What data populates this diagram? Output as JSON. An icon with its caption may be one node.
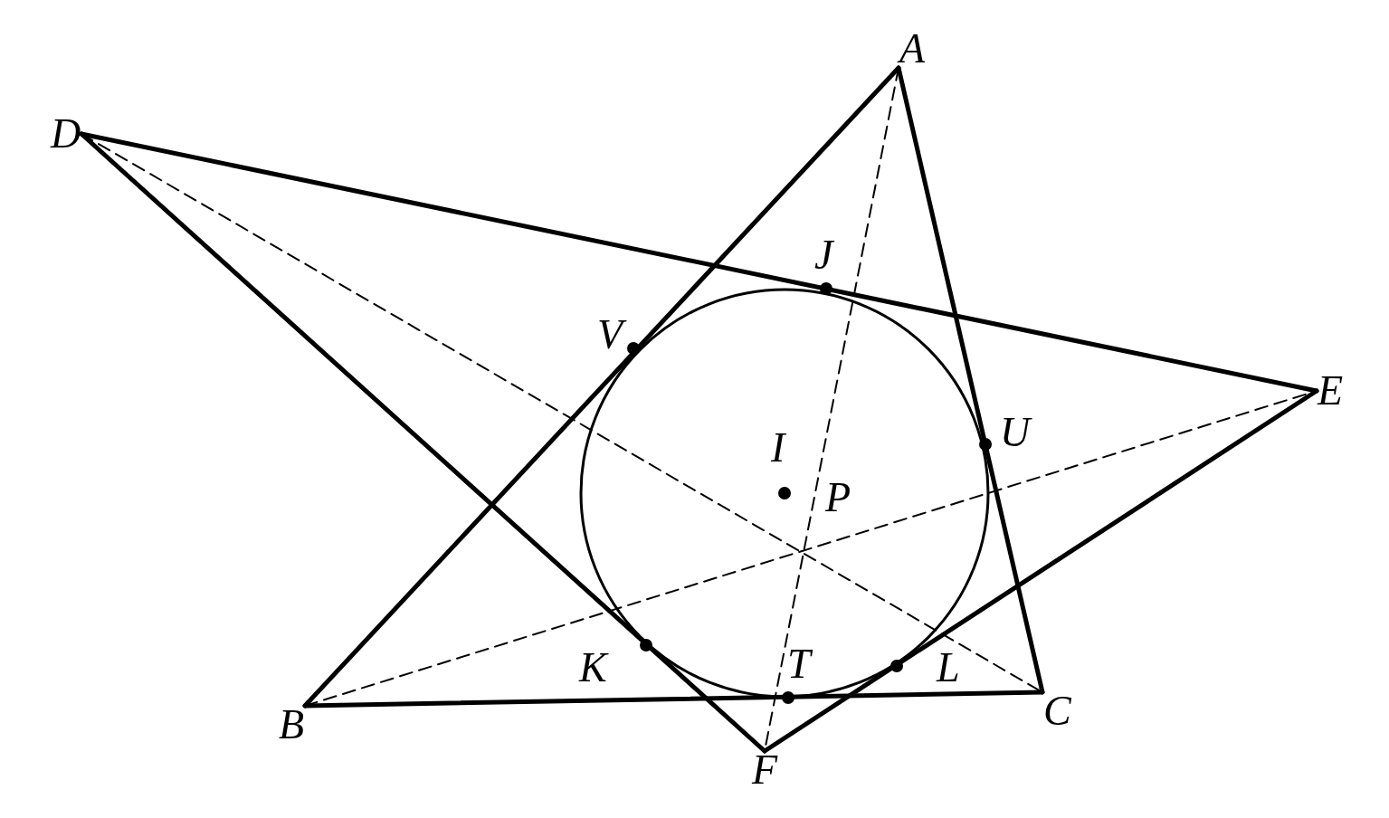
{
  "diagram": {
    "nodes": [
      {
        "text": [
          "A"
        ]
      },
      {
        "text": [
          "D"
        ]
      },
      {
        "text": [
          "E"
        ]
      },
      {
        "text": [
          "B"
        ]
      },
      {
        "text": [
          "C"
        ]
      },
      {
        "text": [
          "F"
        ]
      }
    ],
    "edges": [
      {
        "from": 0,
        "to": 3,
        "arrow": "none"
      },
      {
        "from": 3,
        "to": 4,
        "arrow": "none"
      },
      {
        "from": 4,
        "to": 0,
        "arrow": "none"
      },
      {
        "from": 1,
        "to": 2,
        "arrow": "none"
      },
      {
        "from": 2,
        "to": 5,
        "arrow": "none"
      },
      {
        "from": 5,
        "to": 1,
        "arrow": "none"
      },
      {
        "from": 0,
        "to": 5,
        "arrow": "none",
        "style": "dashed"
      },
      {
        "from": 1,
        "to": 4,
        "arrow": "none",
        "style": "dashed"
      },
      {
        "from": 3,
        "to": 2,
        "arrow": "none",
        "style": "dashed"
      }
    ],
    "labels": [
      "J",
      "V",
      "U",
      "I",
      "P",
      "K",
      "T",
      "L"
    ]
  }
}
